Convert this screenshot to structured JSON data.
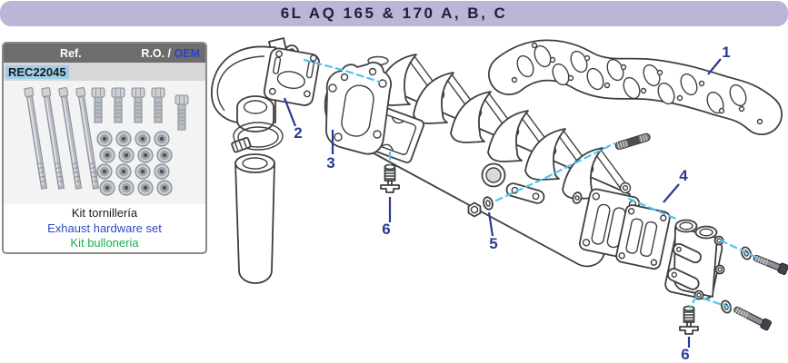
{
  "title": "6L  AQ 165 & 170 A, B, C",
  "part_card": {
    "ref_header": "Ref.",
    "ro_header": "R.O. /",
    "oem_header": "OEM",
    "part_number": "REC22045",
    "captions": {
      "es": "Kit tornillería",
      "en": "Exhaust hardware set",
      "it": "Kit bulloneria"
    }
  },
  "diagram": {
    "callouts": [
      "1",
      "2",
      "3",
      "4",
      "5",
      "6",
      "6"
    ]
  },
  "colors": {
    "title_bg": "#b9b6d8",
    "title_text": "#20203a",
    "card_header_bg": "#6d6d6d",
    "oem_blue": "#2e3fc4",
    "part_highlight": "#9fcfe8",
    "callout_blue": "#2b3a95",
    "dash_cyan": "#4fc3f3",
    "caption_blue": "#2e4bbf",
    "caption_green": "#11b24b",
    "line_gray": "#3f3f3f"
  }
}
